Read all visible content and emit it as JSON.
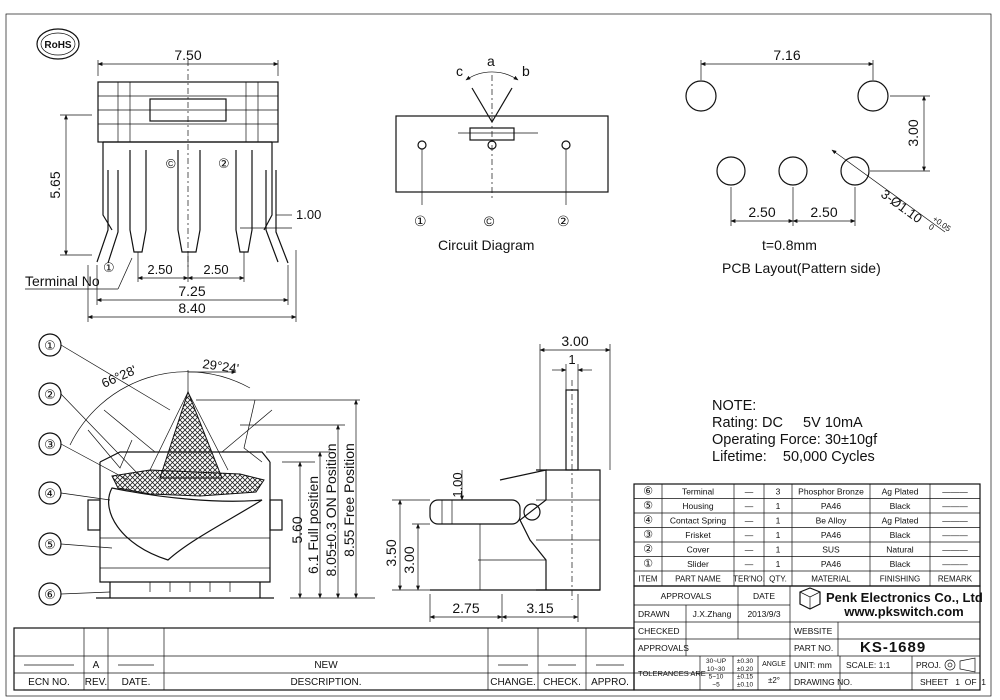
{
  "badge": "RoHS",
  "top_view": {
    "dims": [
      "7.50",
      "5.65",
      "1.00",
      "2.50",
      "2.50",
      "7.25",
      "8.40"
    ],
    "pin_labels": [
      "©",
      "②",
      "①"
    ],
    "terminal_label": "Terminal No"
  },
  "circuit": {
    "angle_labels": [
      "c",
      "a",
      "b"
    ],
    "pins": [
      "①",
      "©",
      "②"
    ],
    "title": "Circuit Diagram"
  },
  "pcb": {
    "dims": [
      "7.16",
      "3.00",
      "2.50",
      "2.50"
    ],
    "hole_note": "3-Ø1.10",
    "tol": "+0.05",
    "tol2": "0",
    "thickness": "t=0.8mm",
    "title": "PCB Layout(Pattern side)"
  },
  "section_view": {
    "balloons": [
      "①",
      "②",
      "③",
      "④",
      "⑤",
      "⑥"
    ],
    "angles": [
      "66°28'",
      "29°24'"
    ],
    "heights": [
      "5.60",
      "6.1 Full positien",
      "8.05±0.3 ON Position",
      "8.55 Free Position"
    ]
  },
  "side_view": {
    "dims": [
      "3.00",
      "1",
      "1.00",
      "3.50",
      "3.00",
      "2.75",
      "3.15"
    ]
  },
  "notes": {
    "title": "NOTE:",
    "lines": [
      "Rating: DC     5V 10mA",
      "Operating Force: 30±10gf",
      "Lifetime:    50,000 Cycles"
    ]
  },
  "bom": {
    "headers": [
      "ITEM",
      "PART NAME",
      "TER'NO.",
      "QTY.",
      "MATERIAL",
      "FINISHING",
      "REMARK"
    ],
    "rows": [
      [
        "⑥",
        "Terminal",
        "—",
        "3",
        "Phosphor Bronze",
        "Ag Plated",
        "———"
      ],
      [
        "⑤",
        "Housing",
        "—",
        "1",
        "PA46",
        "Black",
        "———"
      ],
      [
        "④",
        "Contact Spring",
        "—",
        "1",
        "Be Alloy",
        "Ag Plated",
        "———"
      ],
      [
        "③",
        "Frisket",
        "—",
        "1",
        "PA46",
        "Black",
        "———"
      ],
      [
        "②",
        "Cover",
        "—",
        "1",
        "SUS",
        "Natural",
        "———"
      ],
      [
        "①",
        "Slider",
        "—",
        "1",
        "PA46",
        "Black",
        "———"
      ]
    ]
  },
  "title_block": {
    "approvals": "APPROVALS",
    "date": "DATE",
    "drawn": "DRAWN",
    "drawn_by": "J.X.Zhang",
    "drawn_date": "2013/9/3",
    "checked": "CHECKED",
    "approvals2": "APPROVALS",
    "company": "Penk Electronics Co., Ltd",
    "website_url": "www.pkswitch.com",
    "website": "WEBSITE",
    "part_no_label": "PART NO.",
    "part_no": "KS-1689",
    "tolerances": "TOLERANCES ARE",
    "tol_rows": [
      [
        "30~UP",
        "±0.30"
      ],
      [
        "10~30",
        "±0.20"
      ],
      [
        "5~10",
        "±0.15"
      ],
      [
        "~5",
        "±0.10"
      ]
    ],
    "angle": "ANGLE",
    "angle_tol": "±2°",
    "unit": "UNIT: mm",
    "scale": "SCALE:  1:1",
    "proj": "PROJ.",
    "drawing_no": "DRAWING NO.",
    "sheet": "SHEET   1  OF  1"
  },
  "revision": {
    "rev_letter": "A",
    "new": "NEW",
    "headers": [
      "ECN NO.",
      "REV.",
      "DATE.",
      "DESCRIPTION.",
      "CHANGE.",
      "CHECK.",
      "APPRO."
    ]
  }
}
